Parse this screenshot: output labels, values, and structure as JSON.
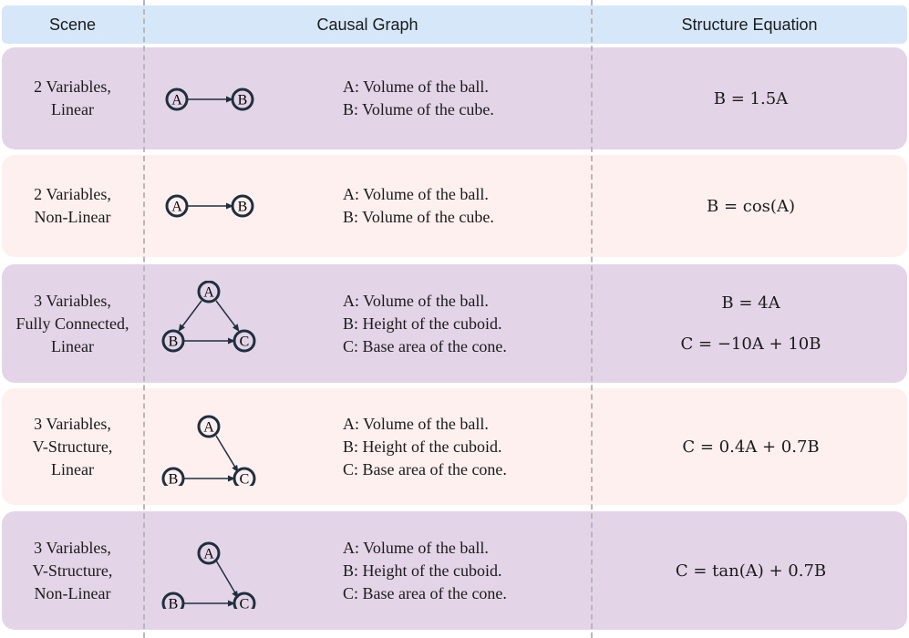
{
  "header": {
    "scene": "Scene",
    "causal_graph": "Causal Graph",
    "structure_equation": "Structure Equation"
  },
  "rows": [
    {
      "scene": [
        "2 Variables,",
        "Linear"
      ],
      "graph_type": "chain-2",
      "nodes": [
        "A",
        "B"
      ],
      "descriptions": [
        "A: Volume of the ball.",
        "B: Volume of the cube."
      ],
      "equations": [
        "B = 1.5A"
      ]
    },
    {
      "scene": [
        "2 Variables,",
        "Non-Linear"
      ],
      "graph_type": "chain-2",
      "nodes": [
        "A",
        "B"
      ],
      "descriptions": [
        "A: Volume of the ball.",
        "B: Volume of the cube."
      ],
      "equations": [
        "B = cos(A)"
      ]
    },
    {
      "scene": [
        "3 Variables,",
        "Fully Connected,",
        "Linear"
      ],
      "graph_type": "fully-connected-3",
      "nodes": [
        "A",
        "B",
        "C"
      ],
      "descriptions": [
        "A: Volume of the ball.",
        "B: Height of the cuboid.",
        "C: Base area of the cone."
      ],
      "equations": [
        "B = 4A",
        "C = −10A + 10B"
      ]
    },
    {
      "scene": [
        "3 Variables,",
        "V-Structure,",
        "Linear"
      ],
      "graph_type": "v-structure-3",
      "nodes": [
        "A",
        "B",
        "C"
      ],
      "descriptions": [
        "A: Volume of the ball.",
        "B: Height of the cuboid.",
        "C: Base area of the cone."
      ],
      "equations": [
        "C = 0.4A + 0.7B"
      ]
    },
    {
      "scene": [
        "3 Variables,",
        "V-Structure,",
        "Non-Linear"
      ],
      "graph_type": "v-structure-3",
      "nodes": [
        "A",
        "B",
        "C"
      ],
      "descriptions": [
        "A: Volume of the ball.",
        "B: Height of the cuboid.",
        "C: Base area of the cone."
      ],
      "equations": [
        "C = tan(A) + 0.7B"
      ]
    }
  ],
  "colors": {
    "header_bg": "#d5e7f8",
    "row_purple": "#e3d5e7",
    "row_pink": "#fdf0ef",
    "node_stroke": "#1e2f3e",
    "divider": "#b8b8b8"
  }
}
